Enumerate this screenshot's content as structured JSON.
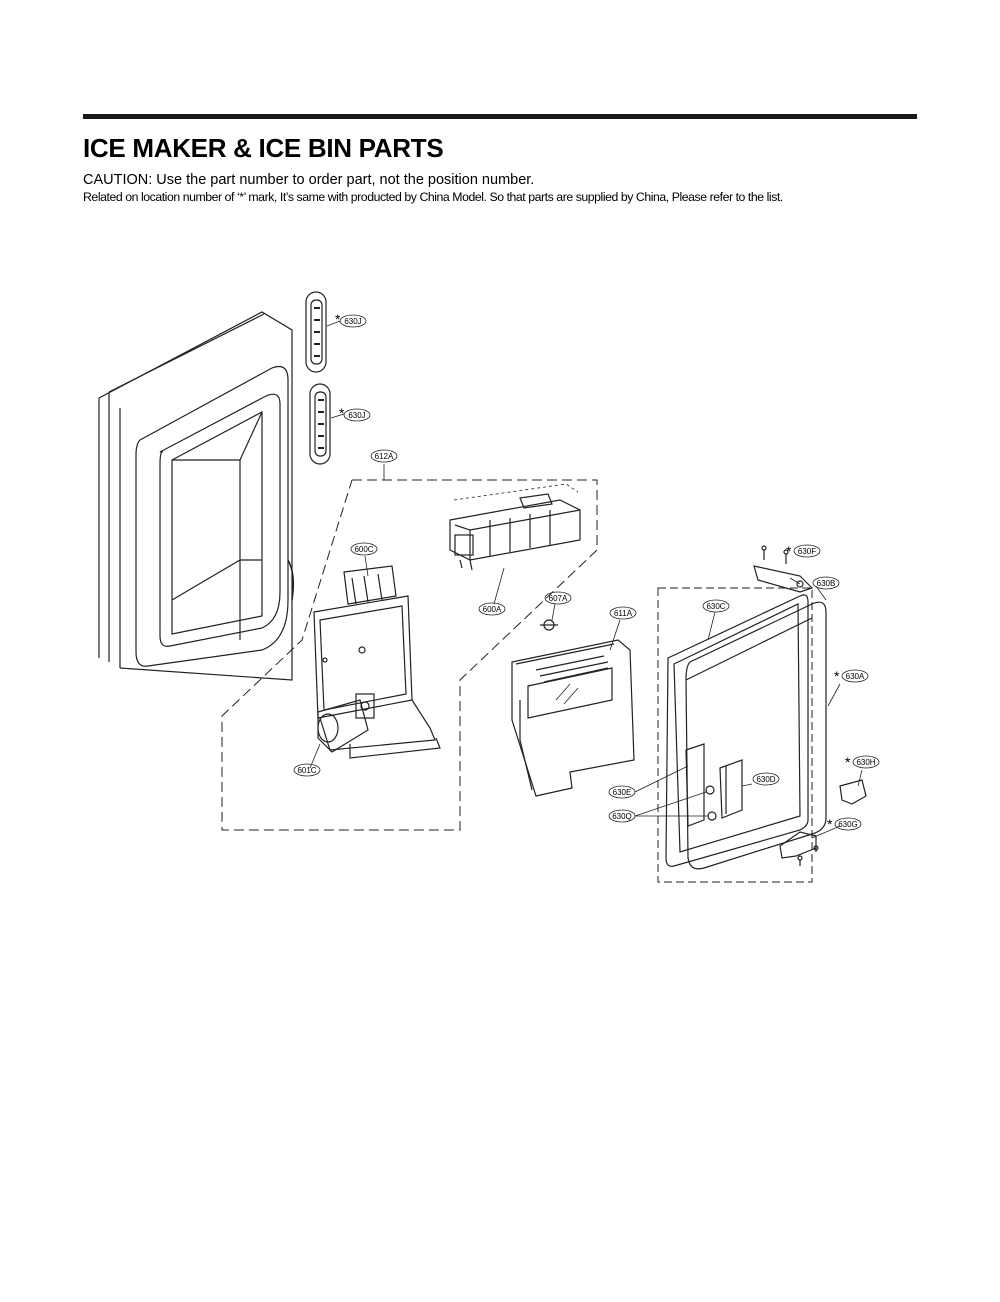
{
  "header": {
    "title": "ICE MAKER & ICE BIN PARTS",
    "caution": "CAUTION: Use the part number to order part, not the position number.",
    "note": "Related on location number of ‘*’ mark, It’s same with producted by China Model. So that parts are supplied by China, Please refer to the list."
  },
  "callouts": {
    "c630J_top": {
      "label": "630J",
      "star": "*"
    },
    "c630J_bottom": {
      "label": "630J",
      "star": "*"
    },
    "c612A": {
      "label": "612A"
    },
    "c600C": {
      "label": "600C"
    },
    "c600A": {
      "label": "600A"
    },
    "c607A": {
      "label": "607A"
    },
    "c611A": {
      "label": "611A"
    },
    "c601C": {
      "label": "601C"
    },
    "c630F": {
      "label": "630F",
      "star": "*"
    },
    "c630B": {
      "label": "630B"
    },
    "c630C": {
      "label": "630C"
    },
    "c630A": {
      "label": "630A",
      "star": "*"
    },
    "c630H": {
      "label": "630H",
      "star": "*"
    },
    "c630D": {
      "label": "630D"
    },
    "c630E": {
      "label": "630E"
    },
    "c630Q": {
      "label": "630Q"
    },
    "c630G": {
      "label": "630G",
      "star": "*"
    }
  }
}
